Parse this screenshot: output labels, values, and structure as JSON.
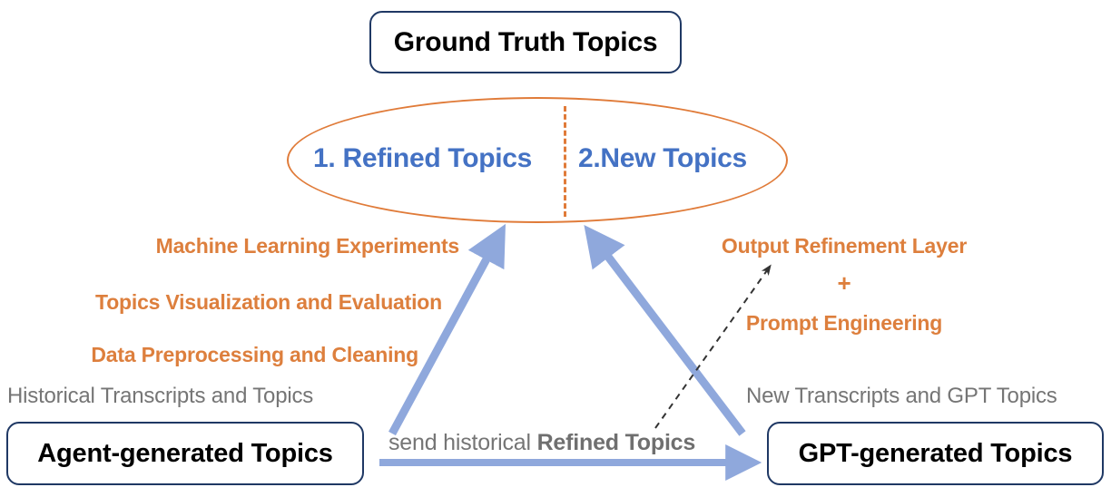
{
  "diagram": {
    "title": "Ground Truth Topics pipeline diagram",
    "colors": {
      "box_border": "#1F3864",
      "ellipse_border": "#E07B39",
      "orange_text": "#DD7F3D",
      "blue_text": "#4472C4",
      "gray_text": "#757575",
      "arrow_blue": "#8FA8DC",
      "arrow_dashed": "#333333"
    },
    "top_box": {
      "label": "Ground Truth Topics"
    },
    "ellipse": {
      "left_label": "1. Refined Topics",
      "right_label": "2.New Topics",
      "divider_style": "dashed"
    },
    "left_stack": {
      "lines": [
        "Machine Learning Experiments",
        "Topics Visualization and Evaluation",
        "Data Preprocessing and Cleaning"
      ],
      "caption": "Historical Transcripts and Topics"
    },
    "right_stack": {
      "lines": [
        "Output Refinement Layer",
        "+",
        "Prompt Engineering"
      ],
      "caption": "New Transcripts and GPT Topics"
    },
    "bottom_left_box": {
      "label": "Agent-generated Topics"
    },
    "bottom_right_box": {
      "label": "GPT-generated Topics"
    },
    "center_arrow_label": {
      "prefix": "send historical ",
      "emphasis": "Refined Topics"
    }
  }
}
